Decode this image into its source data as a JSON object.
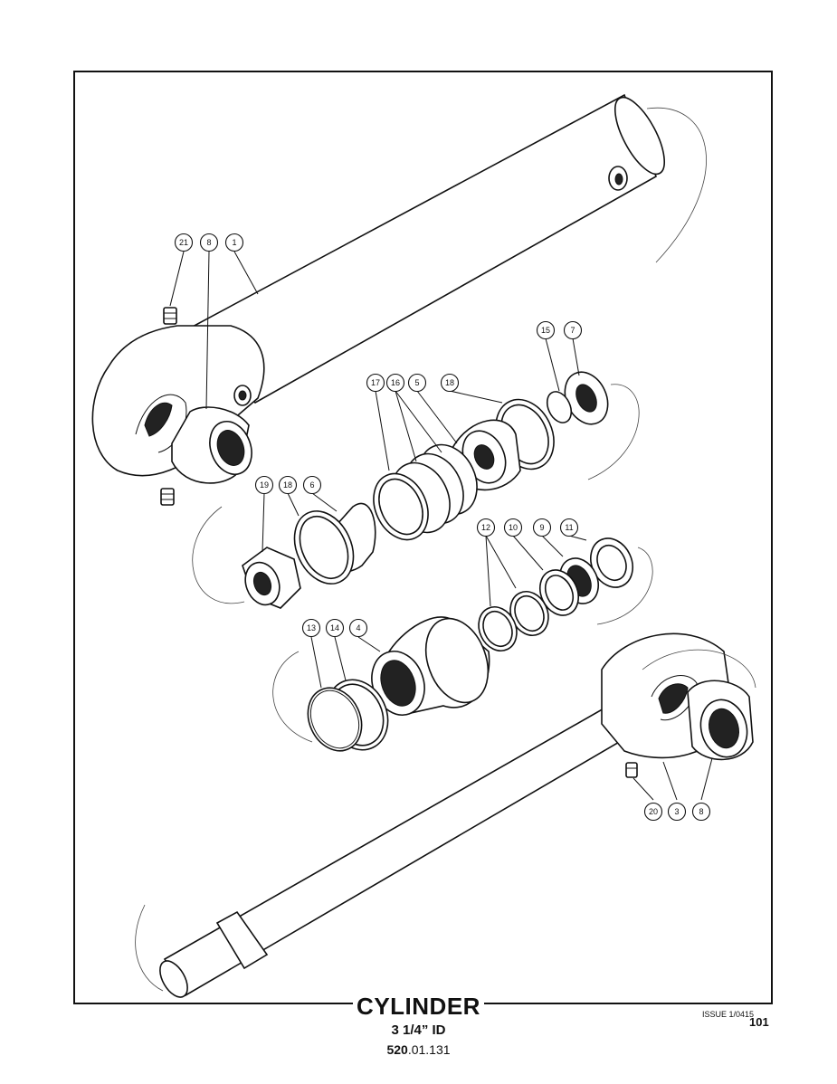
{
  "title": "CYLINDER",
  "subtitle": "3 1/4” ID",
  "doc_number": {
    "bold": "520",
    "rest": ".01.131"
  },
  "issue": "ISSUE 1/0415",
  "page_number": "101",
  "callouts": [
    "21",
    "8",
    "1",
    "15",
    "7",
    "17",
    "16",
    "5",
    "18",
    "19",
    "18",
    "6",
    "12",
    "10",
    "9",
    "11",
    "13",
    "14",
    "4",
    "20",
    "3",
    "8"
  ]
}
